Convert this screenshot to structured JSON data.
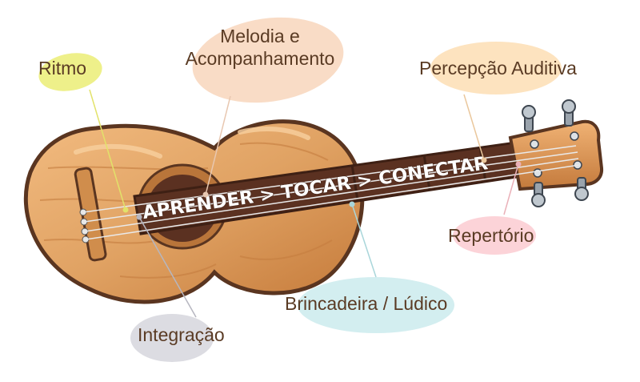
{
  "labels": {
    "ritmo": "Ritmo",
    "melodia_line1": "Melodia e",
    "melodia_line2": "Acompanhamento",
    "percepcao": "Percepção Auditiva",
    "repertorio": "Repertório",
    "brincadeira": "Brincadeira / Lúdico",
    "integracao": "Integração"
  },
  "neck_text": "APRENDER > TOCAR > CONECTAR",
  "colors": {
    "ritmo_blob": "#eef08a",
    "melodia_blob": "#f9dcc6",
    "percepcao_blob": "#fde3bf",
    "repertorio_blob": "#fcd3d8",
    "brincadeira_blob": "#d3eef0",
    "integracao_blob": "#dcdce2",
    "label_text": "#5a3b24",
    "wood_light": "#e8a86a",
    "wood_dark": "#c77b3b",
    "outline": "#5a3520",
    "neck": "#5b3121"
  }
}
